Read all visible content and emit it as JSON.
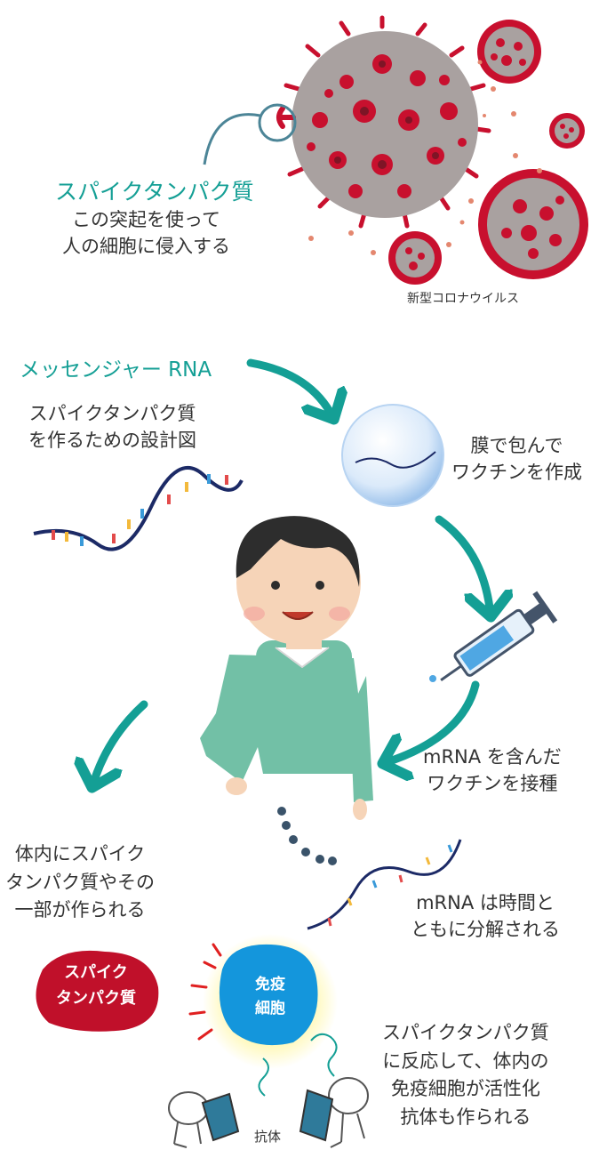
{
  "spike": {
    "title": "スパイクタンパク質",
    "desc": [
      "この突起を使って",
      "人の細胞に侵入する"
    ]
  },
  "virus": {
    "label": "新型コロナウイルス"
  },
  "mrna": {
    "title": "メッセンジャー RNA",
    "desc": [
      "スパイクタンパク質",
      "を作るための設計図"
    ]
  },
  "vaccine": {
    "desc": [
      "膜で包んで",
      "ワクチンを作成"
    ]
  },
  "injection": {
    "desc": [
      "mRNA を含んだ",
      "ワクチンを接種"
    ]
  },
  "body_spike": {
    "desc": [
      "体内にスパイク",
      "タンパク質やその",
      "一部が作られる"
    ]
  },
  "decomp": {
    "desc": [
      "mRNA は時間と",
      "ともに分解される"
    ]
  },
  "badge_spike": {
    "label": [
      "スパイク",
      "タンパク質"
    ]
  },
  "badge_immune": {
    "label": [
      "免疫",
      "細胞"
    ]
  },
  "reaction": {
    "desc": [
      "スパイクタンパク質",
      "に反応して、体内の",
      "免疫細胞が活性化",
      "抗体も作られる"
    ]
  },
  "antibody": {
    "label": "抗体"
  },
  "colors": {
    "teal": "#149f95",
    "virus_red": "#c8102e",
    "virus_gray": "#a9a1a0",
    "immune_blue": "#1496dc",
    "shirt": "#72c0a6"
  }
}
